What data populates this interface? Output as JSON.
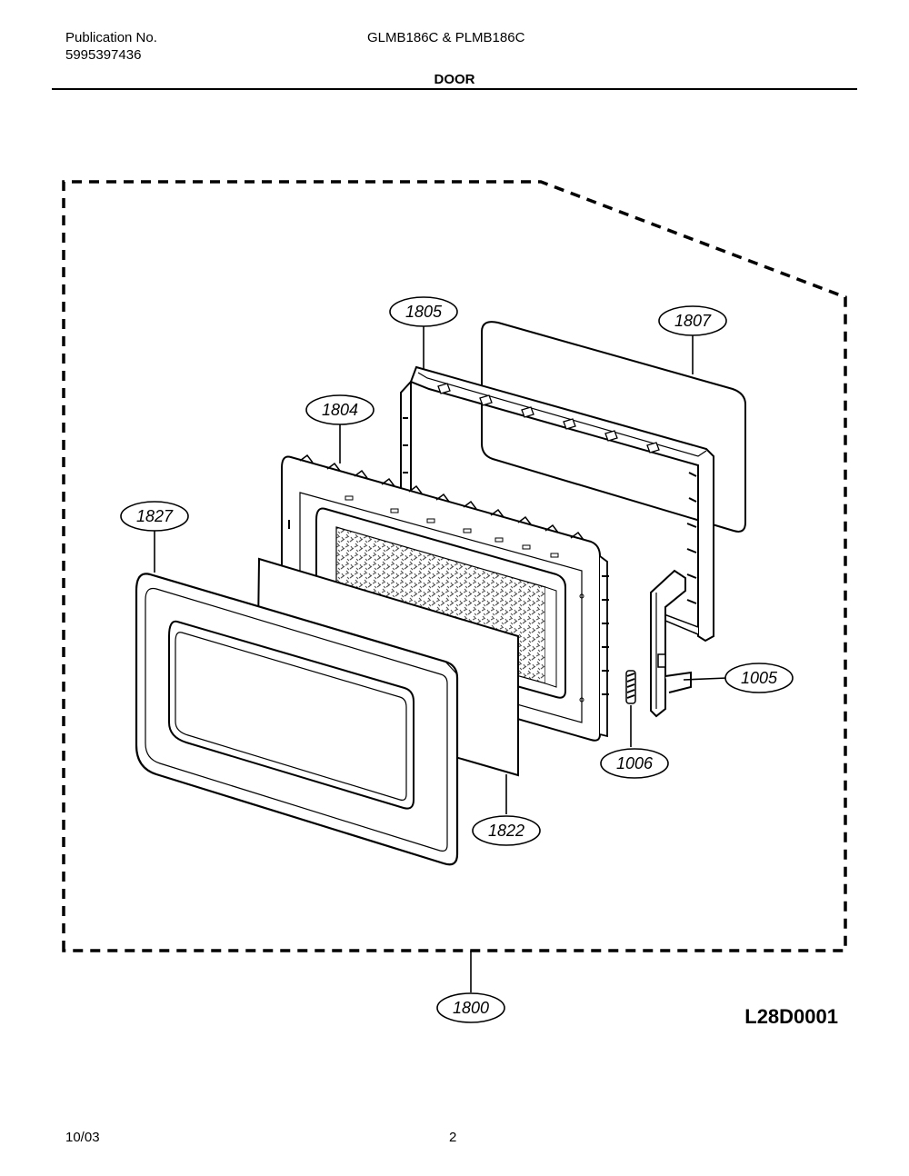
{
  "header": {
    "publication_label": "Publication No.",
    "publication_number": "5995397436",
    "model": "GLMB186C & PLMB186C",
    "section": "DOOR"
  },
  "callouts": {
    "c1805": "1805",
    "c1807": "1807",
    "c1804": "1804",
    "c1827": "1827",
    "c1005": "1005",
    "c1006": "1006",
    "c1822": "1822",
    "c1800": "1800"
  },
  "diagram_code": "L28D0001",
  "footer": {
    "date": "10/03",
    "page": "2"
  }
}
